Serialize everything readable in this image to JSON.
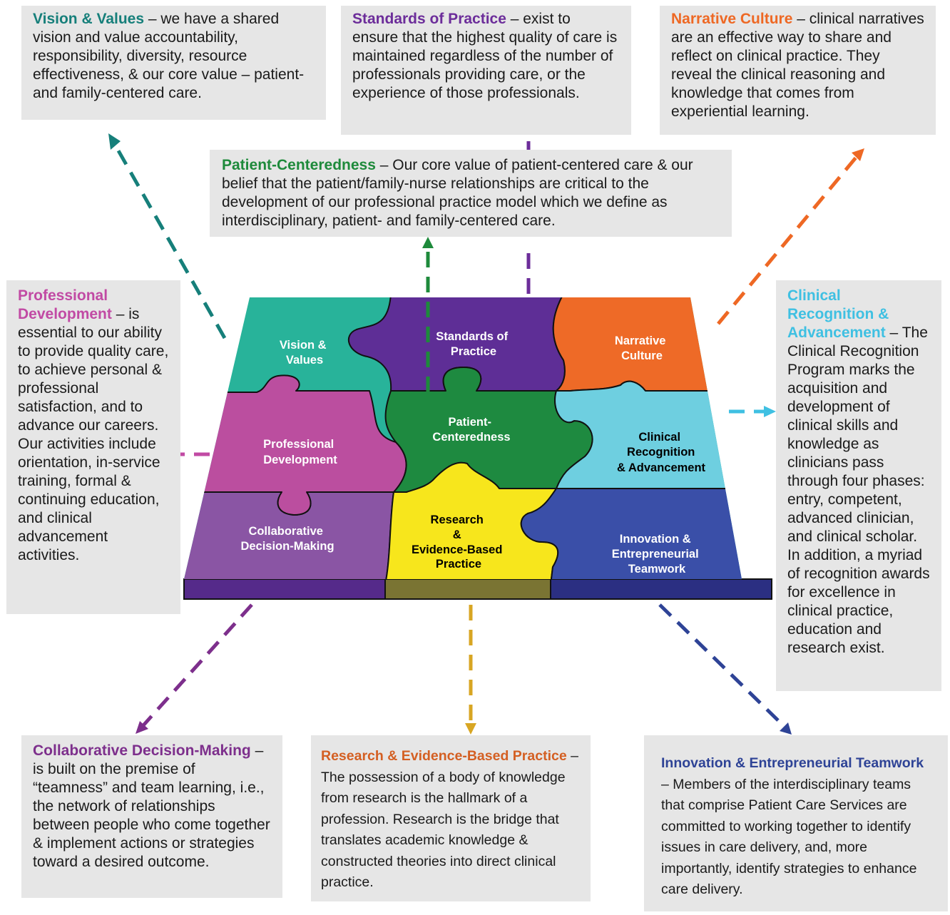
{
  "colors": {
    "teal": "#167f7a",
    "purple": "#6c2d9a",
    "orange": "#ee6824",
    "green": "#1e8a3b",
    "magenta": "#c14aa4",
    "sky": "#3fc0e2",
    "violet": "#7d2f8c",
    "gold": "#d8a623",
    "navy": "#2e4396",
    "rust": "#d45f22",
    "box_bg": "#e6e6e6"
  },
  "boxes": {
    "vision": {
      "title": "Vision & Values",
      "text": " – we have a shared vision and value accountability, responsibility, diversity, resource effectiveness, & our core value – patient- and family-centered care."
    },
    "standards": {
      "title": "Standards of Practice",
      "text": " – exist to ensure that the highest quality of care is maintained regardless of the number of professionals providing care, or the experience of those professionals."
    },
    "narrative": {
      "title": "Narrative Culture",
      "text": " – clinical narratives are an effective way to share and reflect on clinical practice. They reveal the clinical reasoning and knowledge that comes from experiential learning."
    },
    "patient": {
      "title": "Patient-Centeredness",
      "text": " – Our core value of patient-centered care & our belief that the patient/family-nurse relationships are critical to the development of our professional practice model which we define as interdisciplinary, patient- and family-centered care."
    },
    "professional": {
      "title": "Professional Development",
      "text": " – is essential to our ability to provide quality care, to achieve personal & professional satisfaction, and to advance our careers.  Our activities include orientation, in-service training, formal & continuing education, and clinical advancement activities."
    },
    "clinical": {
      "title": "Clinical Recognition & Advancement",
      "text": " – The Clinical Recognition Program marks the acquisition and development of clinical skills and knowledge as clinicians pass through four phases: entry, competent, advanced clinician, and clinical scholar. In addition, a myriad of recognition awards for excellence in clinical practice, education and research exist."
    },
    "collaborative": {
      "title": "Collaborative Decision-Making",
      "text": " – is built on the premise of “teamness” and team learning, i.e., the network of relationships between people who come together & implement actions or strategies toward a desired outcome."
    },
    "research": {
      "title": "Research & Evidence-Based Practice",
      "text": " – The possession of a body of knowledge from research is the hallmark of a profession. Research is the bridge that translates academic knowledge & constructed theories into direct clinical practice."
    },
    "innovation": {
      "title": "Innovation & Entrepreneurial Teamwork",
      "text": " – Members of the interdisciplinary teams that comprise Patient Care Services are committed to working together to identify issues in care delivery, and, more importantly, identify strategies to enhance care delivery."
    }
  },
  "pieces": {
    "vision": [
      "Vision &",
      "Values"
    ],
    "standards": [
      "Standards of",
      "Practice"
    ],
    "narrative": [
      "Narrative",
      "Culture"
    ],
    "professional": [
      "Professional",
      "Development"
    ],
    "patient": [
      "Patient-",
      "Centeredness"
    ],
    "clinical": [
      "Clinical",
      "Recognition",
      "& Advancement"
    ],
    "collaborative": [
      "Collaborative",
      "Decision-Making"
    ],
    "research": [
      "Research",
      "&",
      "Evidence-Based",
      "Practice"
    ],
    "innovation": [
      "Innovation &",
      "Entrepreneurial",
      "Teamwork"
    ]
  }
}
